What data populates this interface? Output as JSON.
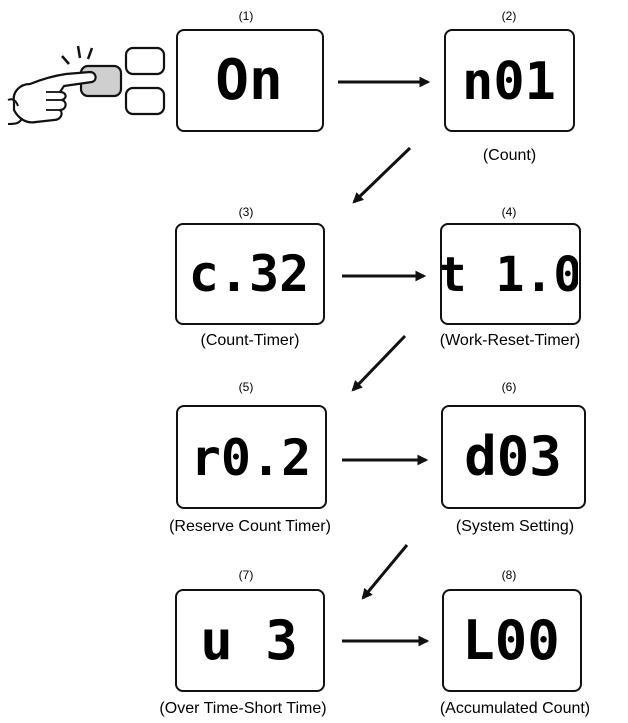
{
  "steps": [
    {
      "number": "(1)",
      "display": "On",
      "caption": ""
    },
    {
      "number": "(2)",
      "display": "n01",
      "caption": "(Count)"
    },
    {
      "number": "(3)",
      "display": "c.32",
      "caption": "(Count-Timer)"
    },
    {
      "number": "(4)",
      "display": "t 1.0",
      "caption": "(Work-Reset-Timer)"
    },
    {
      "number": "(5)",
      "display": "r0.2",
      "caption": "(Reserve Count Timer)"
    },
    {
      "number": "(6)",
      "display": "d03",
      "caption": "(System Setting)"
    },
    {
      "number": "(7)",
      "display": "u 3",
      "caption": "(Over Time-Short Time)"
    },
    {
      "number": "(8)",
      "display": "L00",
      "caption": "(Accumulated Count)"
    }
  ],
  "colors": {
    "stroke": "#111111",
    "background": "#ffffff"
  },
  "icons": [
    "hand-pressing-button-icon",
    "arrow-right-icon",
    "arrow-down-left-icon"
  ]
}
